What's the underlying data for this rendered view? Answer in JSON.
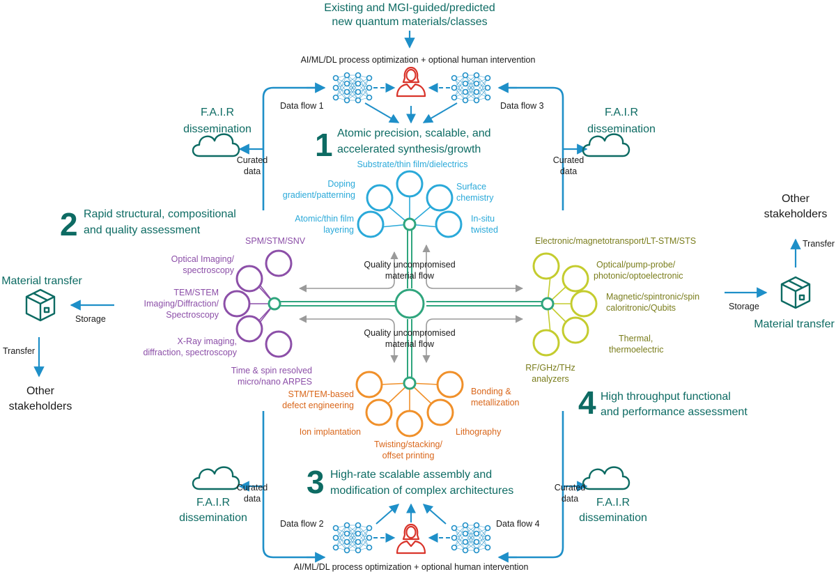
{
  "colors": {
    "teal": "#0d6b63",
    "flow_blue": "#1e8fc8",
    "synth_blue": "#2aa9d9",
    "purple": "#8c4fa8",
    "olive_yellow": "#c4cc2e",
    "olive_text": "#7a7d1c",
    "orange": "#f0902a",
    "orange_text": "#d9661a",
    "green_hub": "#2fa57d",
    "human_red": "#d9342b",
    "gray_arrow": "#9a9a9a",
    "black": "#1a1a1a"
  },
  "header": {
    "top_line1": "Existing and MGI-guided/predicted",
    "top_line2": "new quantum materials/classes",
    "ai_top": "AI/ML/DL process optimization + optional human intervention",
    "ai_bottom": "AI/ML/DL process optimization + optional human intervention"
  },
  "flows": {
    "df1": "Data flow 1",
    "df2": "Data flow 2",
    "df3": "Data flow 3",
    "df4": "Data flow 4"
  },
  "curated": {
    "line1": "Curated",
    "line2": "data"
  },
  "fair": {
    "line1": "F.A.I.R",
    "line2": "dissemination"
  },
  "section1": {
    "num": "1",
    "line1": "Atomic precision, scalable, and",
    "line2": "accelerated synthesis/growth",
    "items": {
      "top": "Substrate/thin film/dielectrics",
      "doping1": "Doping",
      "doping2": "gradient/patterning",
      "surface1": "Surface",
      "surface2": "chemistry",
      "atomic1": "Atomic/thin film",
      "atomic2": "layering",
      "insitu1": "In-situ",
      "insitu2": "twisted"
    }
  },
  "section2": {
    "num": "2",
    "line1": "Rapid structural, compositional",
    "line2": "and quality assessment",
    "items": {
      "spm": "SPM/STM/SNV",
      "opt1": "Optical Imaging/",
      "opt2": "spectroscopy",
      "tem1": "TEM/STEM",
      "tem2": "Imaging/Diffraction/",
      "tem3": "Spectroscopy",
      "xray1": "X-Ray imaging,",
      "xray2": "diffraction, spectroscopy",
      "arpes1": "Time & spin resolved",
      "arpes2": "micro/nano ARPES"
    }
  },
  "section3": {
    "num": "3",
    "line1": "High-rate scalable assembly and",
    "line2": "modification of complex architectures",
    "items": {
      "stm1": "STM/TEM-based",
      "stm2": "defect engineering",
      "bond1": "Bonding &",
      "bond2": "metallization",
      "ion": "Ion implantation",
      "litho": "Lithography",
      "twist1": "Twisting/stacking/",
      "twist2": "offset printing"
    }
  },
  "section4": {
    "num": "4",
    "line1": "High throughput functional",
    "line2": "and performance assessment",
    "items": {
      "elec": "Electronic/magnetotransport/LT-STM/STS",
      "opt1": "Optical/pump-probe/",
      "opt2": "photonic/optoelectronic",
      "mag1": "Magnetic/spintronic/spin",
      "mag2": "caloritronic/Qubits",
      "therm1": "Thermal,",
      "therm2": "thermoelectric",
      "rf1": "RF/GHz/THz",
      "rf2": "analyzers"
    }
  },
  "center": {
    "qu1": "Quality uncompromised",
    "qu2": "material flow"
  },
  "left_side": {
    "material_transfer": "Material transfer",
    "storage": "Storage",
    "transfer": "Transfer",
    "other1": "Other",
    "other2": "stakeholders"
  },
  "right_side": {
    "material_transfer": "Material transfer",
    "storage": "Storage",
    "transfer": "Transfer",
    "other1": "Other",
    "other2": "stakeholders"
  }
}
